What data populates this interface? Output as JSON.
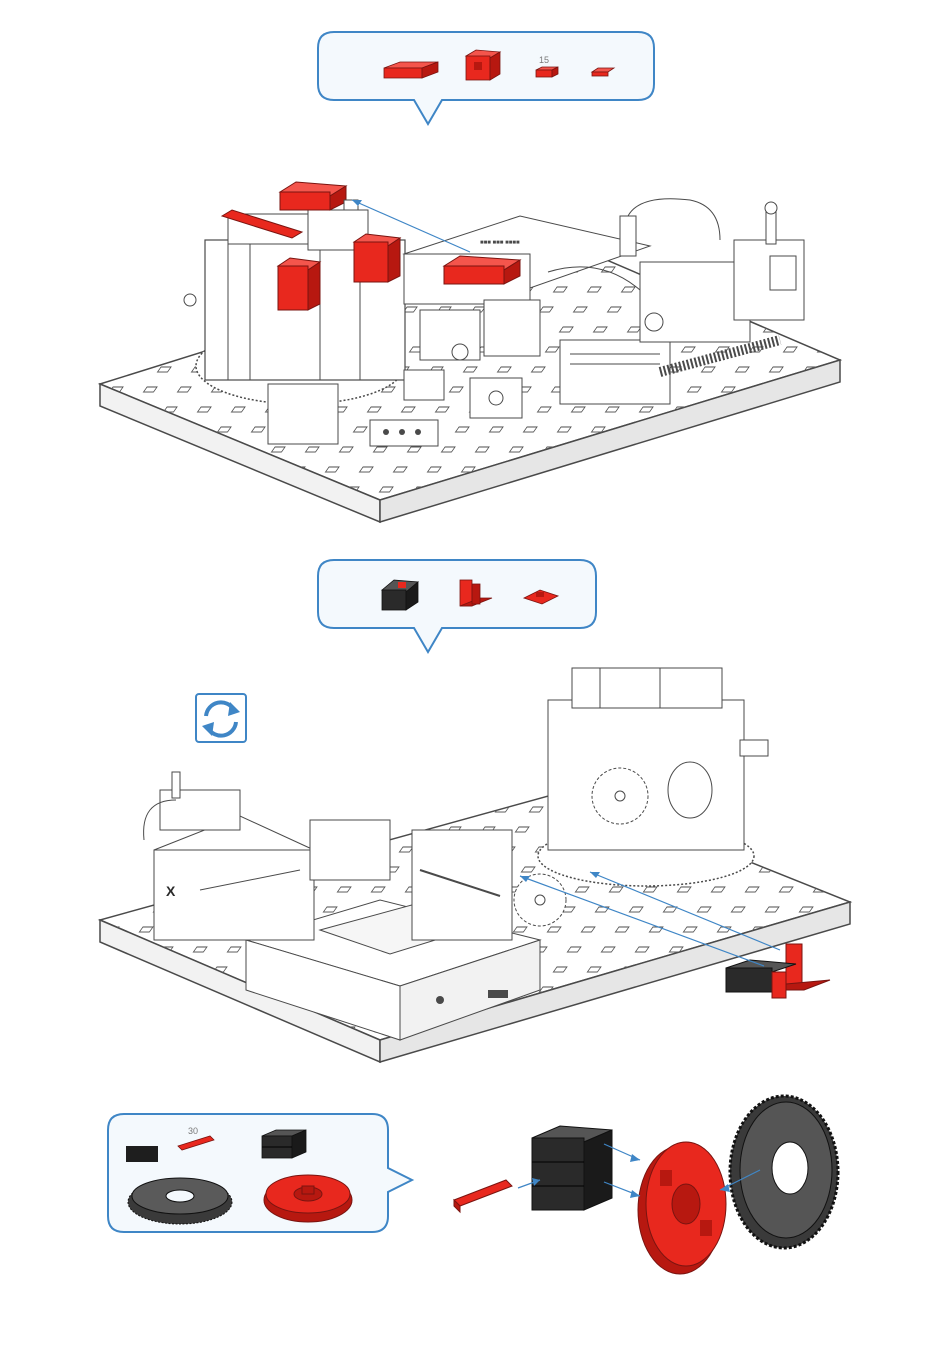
{
  "parts_callout_1": {
    "quantity_labels": [
      "15"
    ],
    "parts": [
      {
        "name": "building-plate-15x30",
        "color": "#e8281e"
      },
      {
        "name": "building-block-red-cube",
        "color": "#e8281e"
      },
      {
        "name": "building-block-15-red",
        "color": "#e8281e"
      },
      {
        "name": "flat-plate-red",
        "color": "#e8281e"
      }
    ]
  },
  "parts_callout_2": {
    "parts": [
      {
        "name": "mini-switch-black",
        "color": "#2a2a2a"
      },
      {
        "name": "angle-block-red",
        "color": "#e8281e"
      },
      {
        "name": "flat-plate-red",
        "color": "#e8281e"
      }
    ]
  },
  "parts_callout_3": {
    "quantity_labels": [
      "30"
    ],
    "parts": [
      {
        "name": "black-block",
        "color": "#1e1e1e"
      },
      {
        "name": "red-axle-30",
        "color": "#e8281e"
      },
      {
        "name": "black-building-block-stack",
        "color": "#2a2a2a"
      },
      {
        "name": "black-gear-wheel",
        "color": "#3a3a3a"
      },
      {
        "name": "red-hub",
        "color": "#e8281e"
      }
    ]
  },
  "rotate_icon": {
    "name": "rotate-model-icon"
  },
  "colors": {
    "callout_border": "#3f86c6",
    "callout_fill": "#f4f9fd",
    "accent_red": "#e8281e",
    "arrow_blue": "#3f86c6",
    "part_black": "#2a2a2a",
    "model_outline": "#4a4a4a"
  }
}
